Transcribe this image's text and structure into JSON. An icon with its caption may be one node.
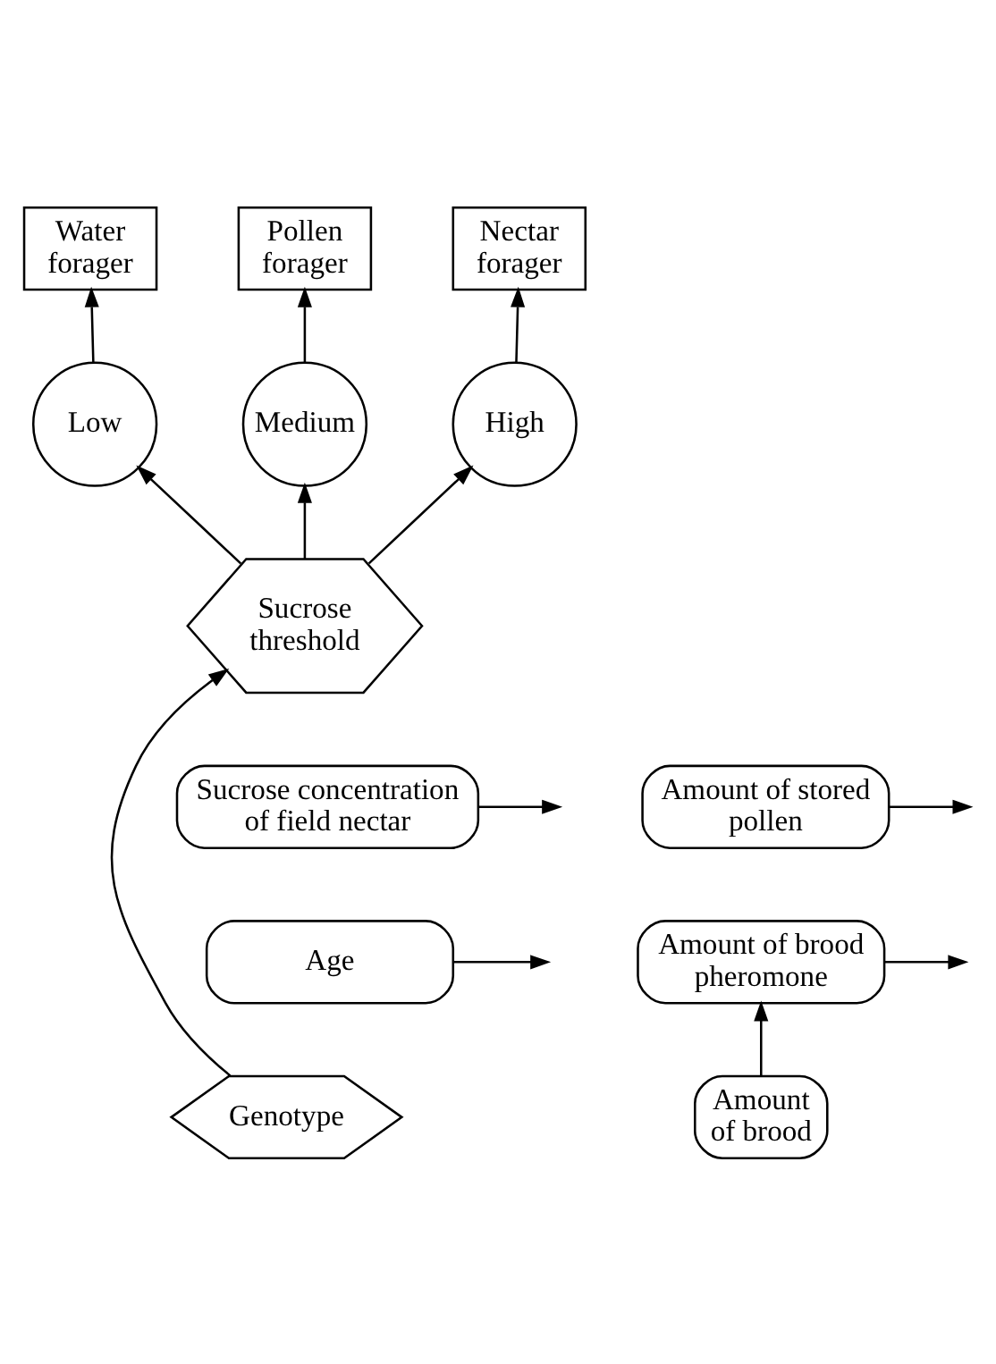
{
  "diagram": {
    "nodes": [
      {
        "text": [
          "Water forager"
        ]
      },
      {
        "text": [
          "Pollen forager"
        ]
      },
      {
        "text": [
          "Nectar forager"
        ]
      },
      {
        "text": [
          "Low"
        ]
      },
      {
        "text": [
          "Medium"
        ]
      },
      {
        "text": [
          "High"
        ]
      },
      {
        "text": [
          "Sucrose threshold"
        ]
      },
      {
        "text": [
          "Sucrose concentration of field nectar"
        ]
      },
      {
        "text": [
          "Amount of stored pollen"
        ]
      },
      {
        "text": [
          "Age"
        ]
      },
      {
        "text": [
          "Amount of brood pheromone"
        ]
      },
      {
        "text": [
          "Genotype"
        ]
      },
      {
        "text": [
          "Amount of brood"
        ]
      }
    ],
    "edges": [
      {
        "from": 3,
        "to": 0,
        "arrow": "to"
      },
      {
        "from": 4,
        "to": 1,
        "arrow": "to"
      },
      {
        "from": 5,
        "to": 2,
        "arrow": "to"
      },
      {
        "from": 6,
        "to": 3,
        "arrow": "to"
      },
      {
        "from": 6,
        "to": 4,
        "arrow": "to"
      },
      {
        "from": 6,
        "to": 5,
        "arrow": "to"
      },
      {
        "from": 11,
        "to": 6,
        "arrow": "to"
      },
      {
        "from": 7,
        "to": null,
        "arrow": "to"
      },
      {
        "from": 8,
        "to": null,
        "arrow": "to"
      },
      {
        "from": 9,
        "to": null,
        "arrow": "to"
      },
      {
        "from": 10,
        "to": null,
        "arrow": "to"
      },
      {
        "from": 12,
        "to": 10,
        "arrow": "to"
      }
    ]
  }
}
